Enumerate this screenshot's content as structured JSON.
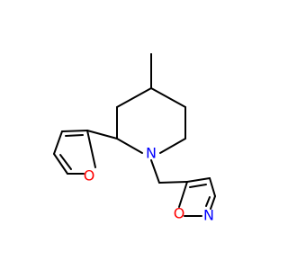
{
  "molecule": {
    "atoms": {
      "N1": {
        "label": "N",
        "color": "#0000ff"
      },
      "O_furan": {
        "label": "O",
        "color": "#ff0000"
      },
      "O_isoxazole": {
        "label": "O",
        "color": "#ff0000"
      },
      "N_isoxazole": {
        "label": "N",
        "color": "#0000ff"
      }
    },
    "colors": {
      "bond": "#000000",
      "background": "#ffffff"
    }
  }
}
